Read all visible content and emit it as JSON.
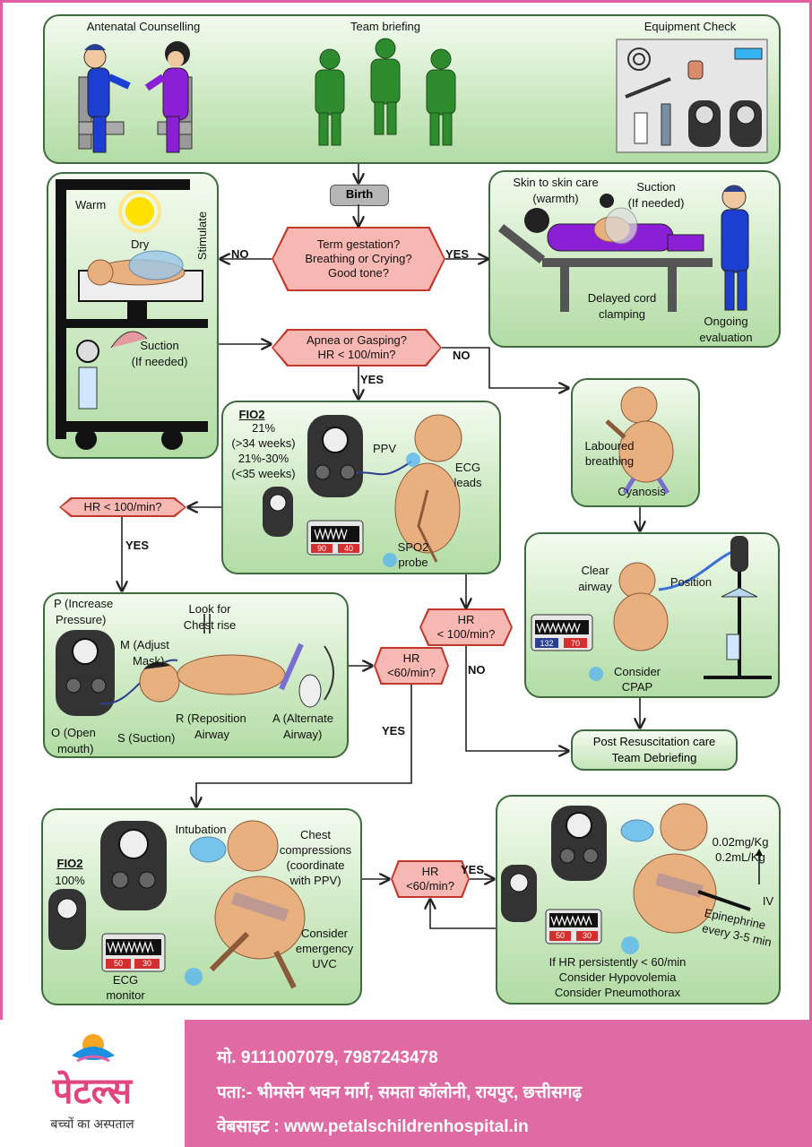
{
  "top": {
    "antenatal": "Antenatal Counselling",
    "team": "Team briefing",
    "equipment": "Equipment Check"
  },
  "birth": "Birth",
  "decision1": [
    "Term gestation?",
    "Breathing or Crying?",
    "Good tone?"
  ],
  "no": "NO",
  "yes": "YES",
  "left_panel": {
    "warm": "Warm",
    "dry": "Dry",
    "stimulate": "Stimulate",
    "suction": [
      "Suction",
      "(If needed)"
    ]
  },
  "right_panel": {
    "skin": [
      "Skin to skin care",
      "(warmth)"
    ],
    "suction": [
      "Suction",
      "(If needed)"
    ],
    "cord": [
      "Delayed cord",
      "clamping"
    ],
    "eval": [
      "Ongoing",
      "evaluation"
    ]
  },
  "decision2": [
    "Apnea or Gasping?",
    "HR < 100/min?"
  ],
  "ppv_panel": {
    "fio2": "FIO2",
    "fio2_lines": [
      "21%",
      "(>34 weeks)",
      "21%-30%",
      "(<35 weeks)"
    ],
    "ppv": "PPV",
    "ecg": [
      "ECG",
      "leads"
    ],
    "spo2": [
      "SPO2",
      "probe"
    ],
    "mon_left": "90",
    "mon_right": "40"
  },
  "laboured": {
    "text": [
      "Laboured",
      "breathing"
    ],
    "cyanosis": "Cyanosis"
  },
  "hr100_left": "HR < 100/min?",
  "mrsopa": {
    "p": [
      "P (Increase",
      "Pressure)"
    ],
    "m": [
      "M (Adjust",
      "Mask)"
    ],
    "look": [
      "Look for",
      "Chest rise"
    ],
    "o": [
      "O (Open",
      "mouth)"
    ],
    "s": "S (Suction)",
    "r": [
      "R (Reposition",
      "Airway"
    ],
    "a": [
      "A (Alternate",
      "Airway)"
    ]
  },
  "hr100_mid": [
    "HR",
    "< 100/min?"
  ],
  "hr60_mid": [
    "HR",
    "<60/min?"
  ],
  "cpap": {
    "clear": [
      "Clear",
      "airway"
    ],
    "position": "Position",
    "consider": [
      "Consider",
      "CPAP"
    ],
    "mon_left": "132",
    "mon_right": "70"
  },
  "post": [
    "Post Resuscitation care",
    "Team Debriefing"
  ],
  "compress": {
    "fio2": "FIO2",
    "fio2_val": "100%",
    "intubation": "Intubation",
    "chest": [
      "Chest",
      "compressions",
      "(coordinate",
      "with PPV)"
    ],
    "uvc": [
      "Consider",
      "emergency",
      "UVC"
    ],
    "ecg": [
      "ECG",
      "monitor"
    ],
    "mon_left": "50",
    "mon_right": "30"
  },
  "hr60_bottom": [
    "HR",
    "<60/min?"
  ],
  "epi": {
    "dose": [
      "0.02mg/Kg",
      "0.2mL/Kg"
    ],
    "iv": "IV",
    "epi": [
      "Epinephrine",
      "every 3-5 min"
    ],
    "persist": [
      "If HR persistently < 60/min",
      "Consider Hypovolemia",
      "Consider Pneumothorax"
    ],
    "mon_left": "50",
    "mon_right": "30"
  },
  "footer": {
    "logo_main": "पेटल्स",
    "logo_sub": "बच्चों का अस्पताल",
    "phone": "मो. 9111007079, 7987243478",
    "address": "पता:- भीमसेन भवन मार्ग, समता कॉलोनी, रायपुर, छत्तीसगढ़",
    "website": "वेबसाइट : www.petalschildrenhospital.in"
  },
  "colors": {
    "panel_green": "#cde9c3",
    "decision_pink": "#f7b7b3",
    "footer_pink": "#e06ba4",
    "frame_pink": "#e35fa3"
  }
}
